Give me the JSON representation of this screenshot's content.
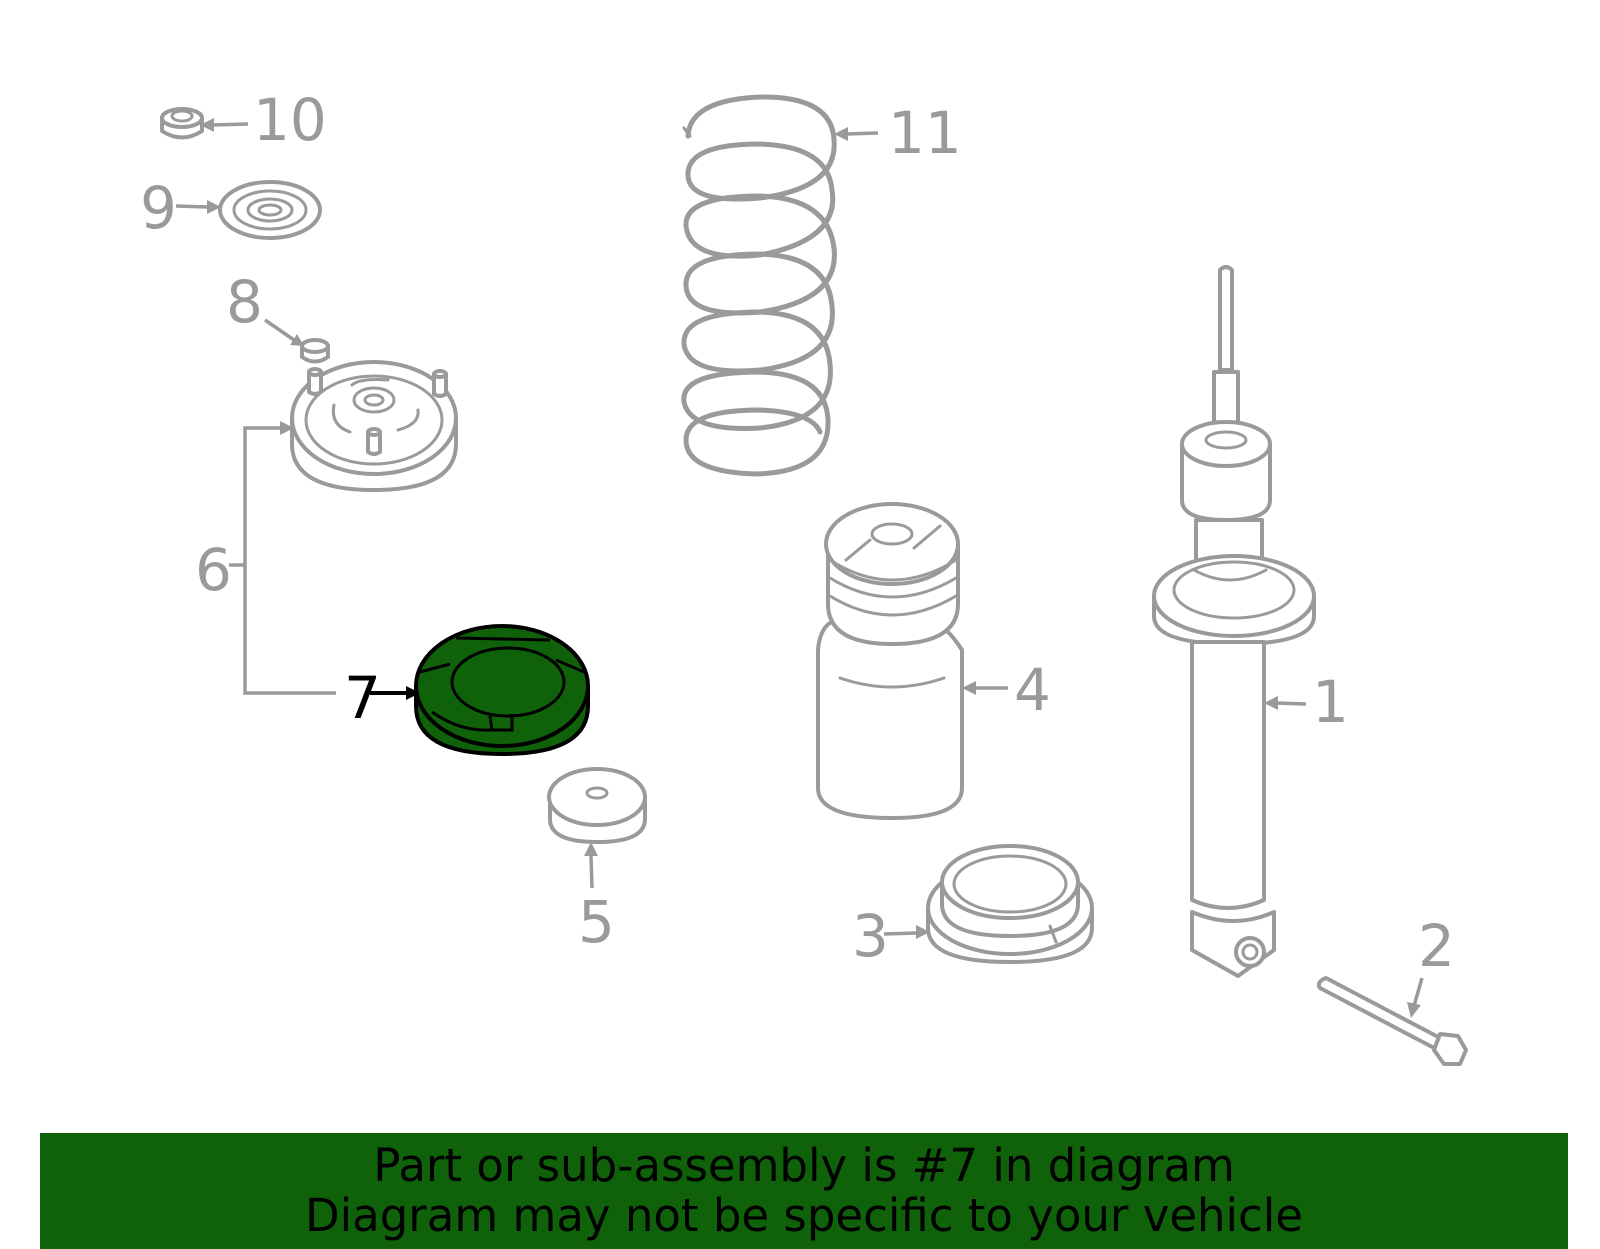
{
  "callouts": {
    "p1": "1",
    "p2": "2",
    "p3": "3",
    "p4": "4",
    "p5": "5",
    "p6": "6",
    "p7": "7",
    "p8": "8",
    "p9": "9",
    "p10": "10",
    "p11": "11"
  },
  "highlighted_part": "7",
  "banner": {
    "line1": "Part or sub-assembly is #7 in diagram",
    "line2": "Diagram may not be specific to your vehicle"
  },
  "colors": {
    "highlight": "#0f620a",
    "line_art": "#9a9a9a"
  }
}
